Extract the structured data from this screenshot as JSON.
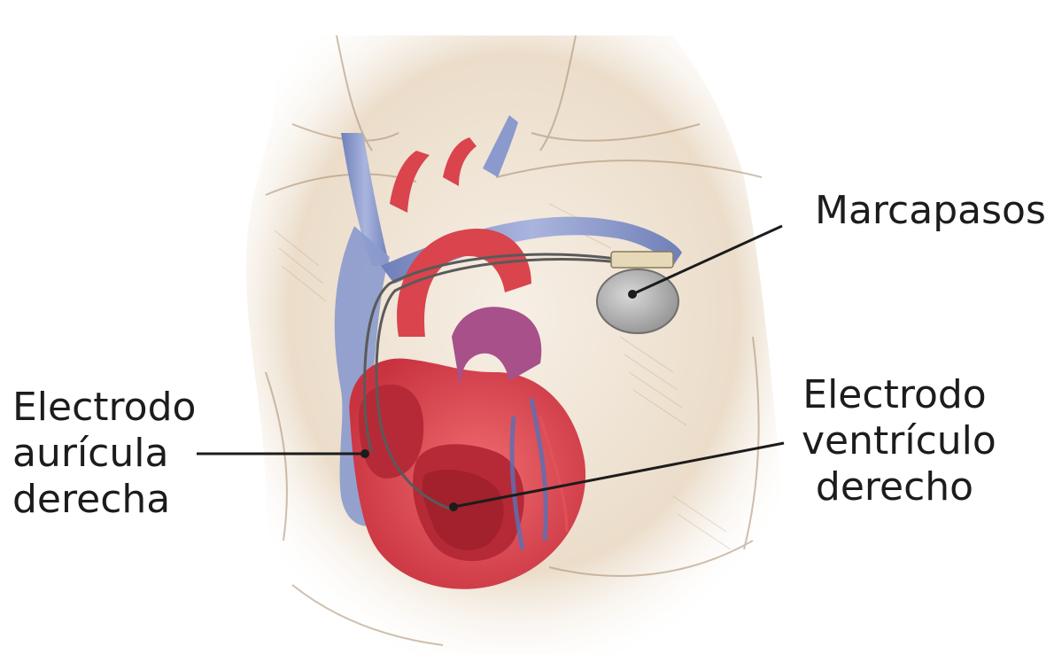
{
  "diagram": {
    "labels": {
      "pacemaker": "Marcapasos",
      "right_atrium_lead": [
        "Electrodo",
        "aurícula",
        "derecha"
      ],
      "right_ventricle_lead": [
        "Electrodo",
        "ventrículo",
        "derecho"
      ]
    },
    "colors": {
      "skin_background": "#efe4d6",
      "skin_sketch": "#a88b6c",
      "vein_blue": "#7e8fc4",
      "artery_red": "#d9444d",
      "heart_red": "#e0525a",
      "heart_inner": "#c9303c",
      "pulmonary_purple": "#a8508a",
      "device_gray": "#9b9b9b",
      "leader_line": "#1c1c1c"
    }
  }
}
